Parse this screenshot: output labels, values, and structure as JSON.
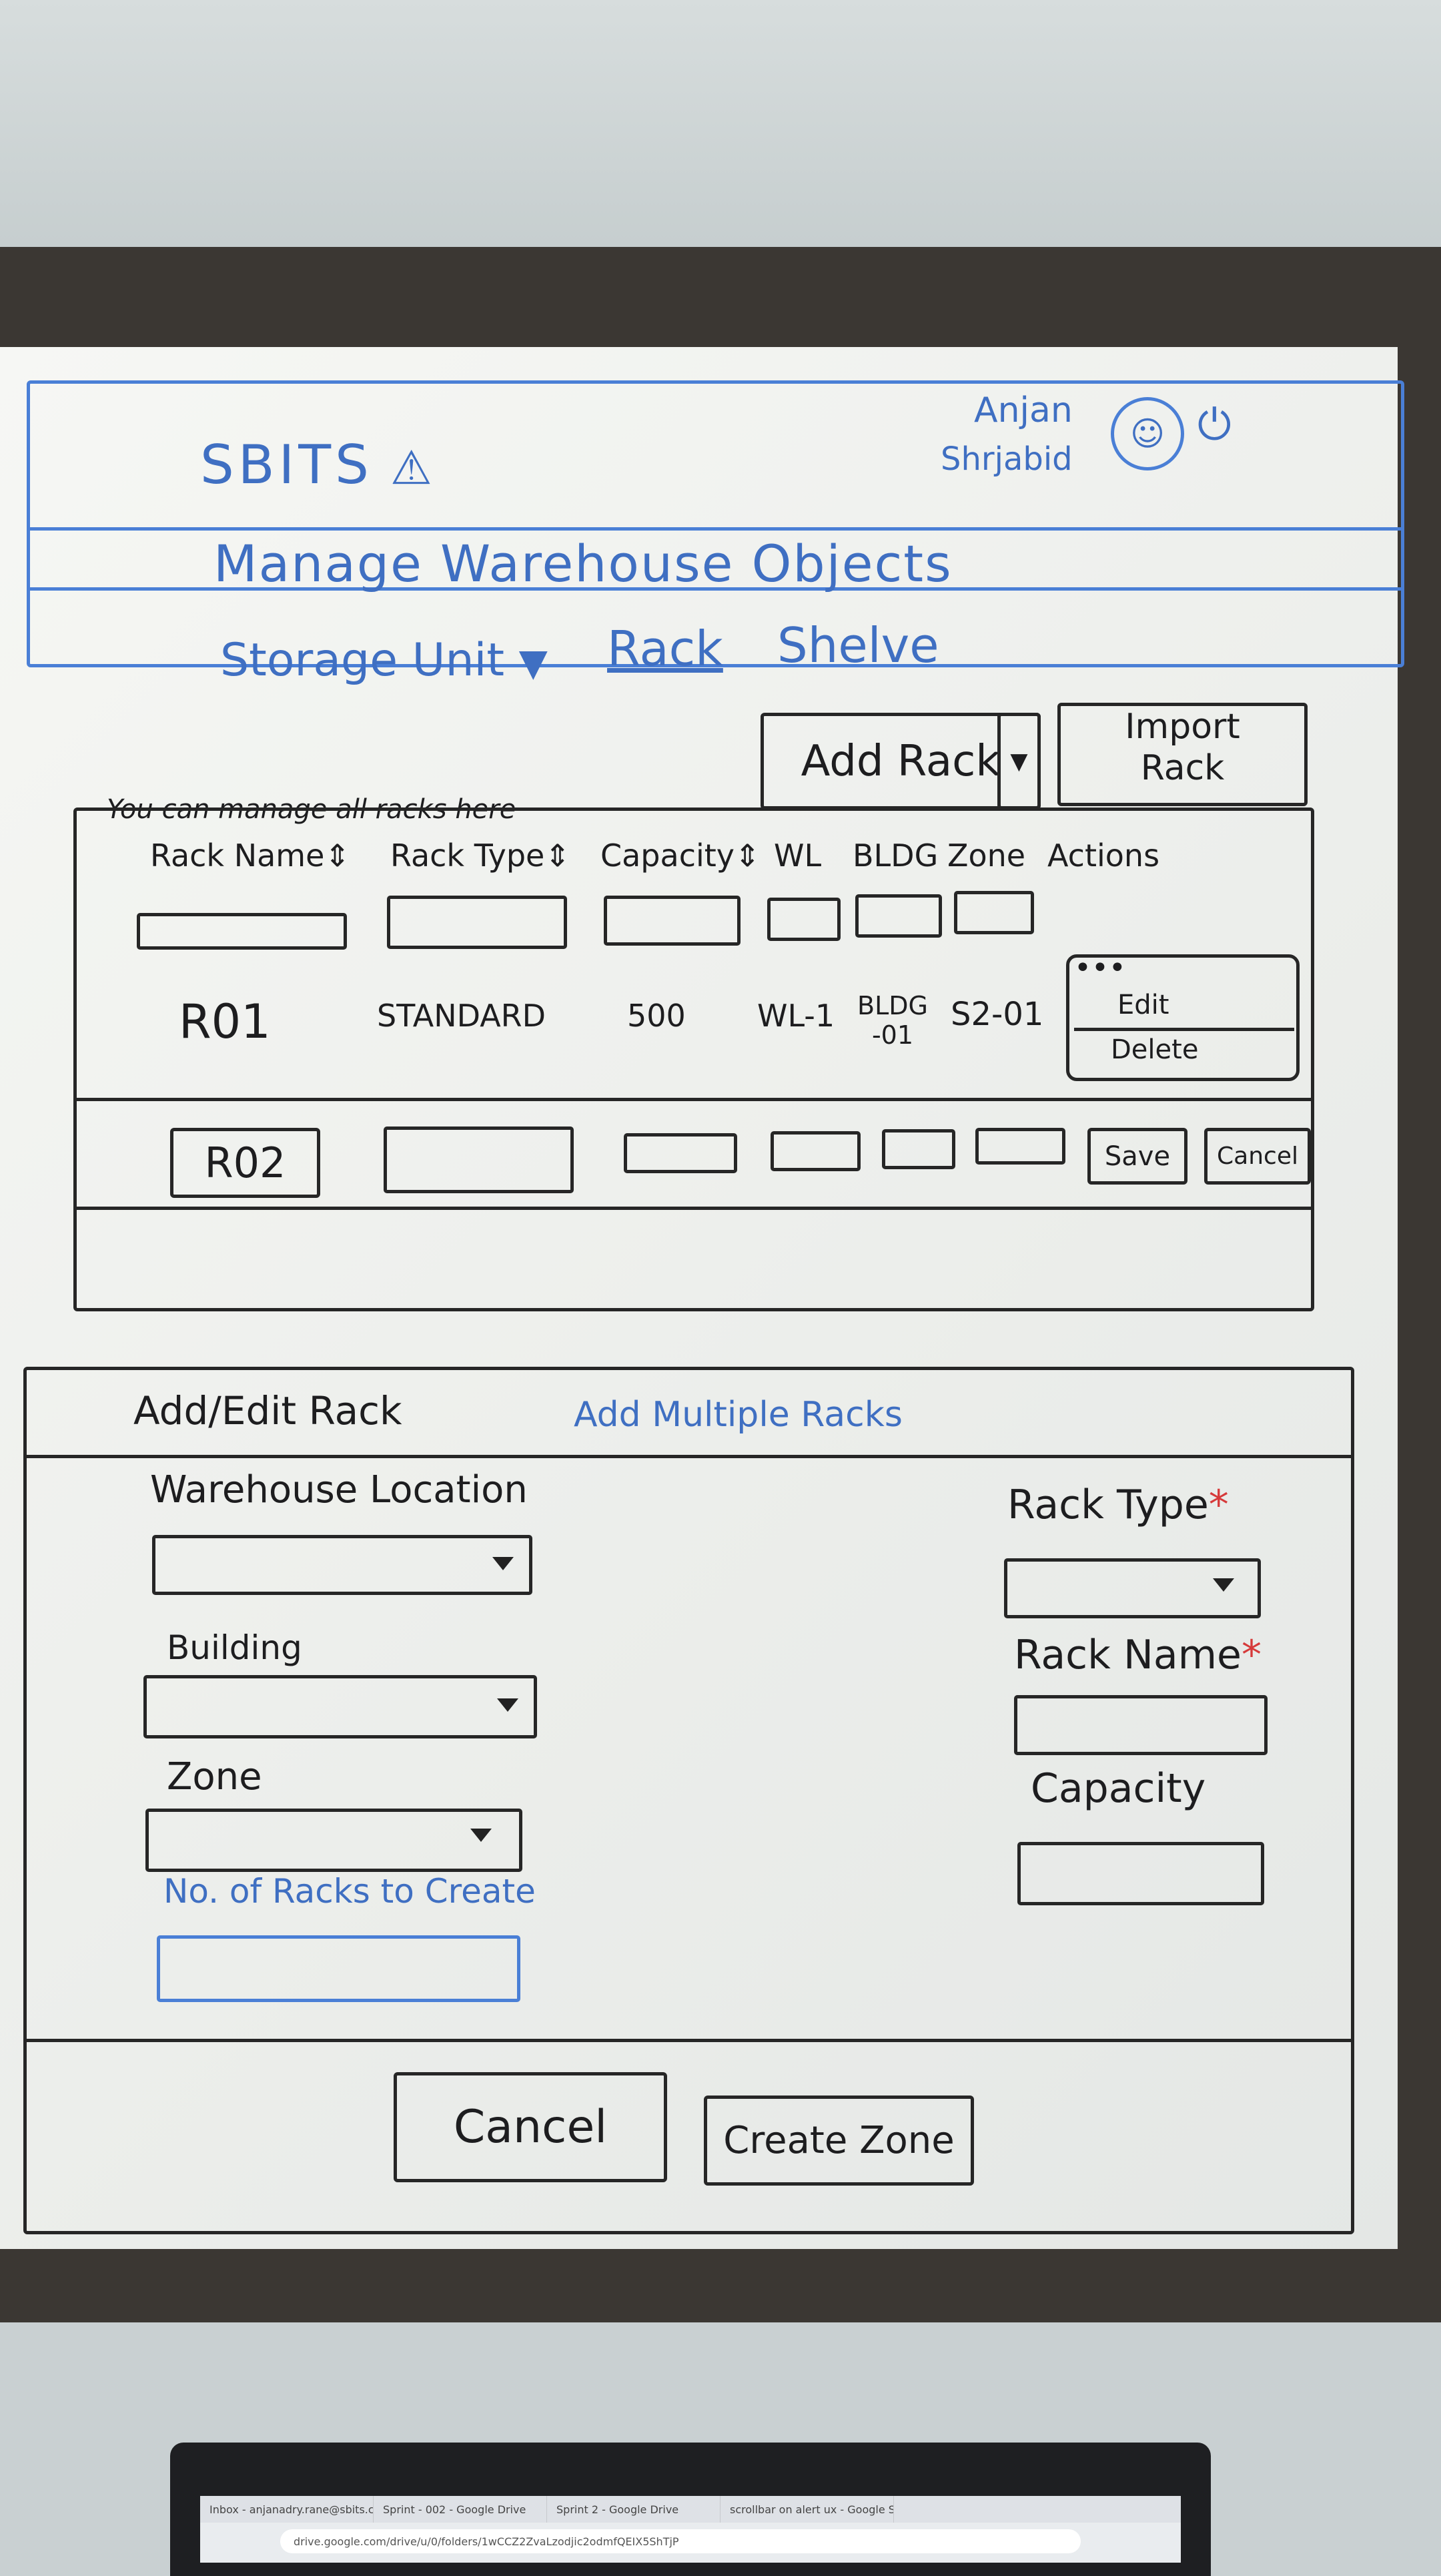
{
  "header": {
    "brand": "SBITS",
    "user_name_line1": "Anjan",
    "user_name_line2": "Shrjabid"
  },
  "page_title": "Manage Warehouse Objects",
  "nav": {
    "storage_unit": "Storage Unit",
    "rack": "Rack",
    "shelve": "Shelve"
  },
  "toolbar": {
    "add_rack": "Add Rack",
    "import_line1": "Import",
    "import_line2": "Rack"
  },
  "hint": "You can manage all racks here",
  "table": {
    "columns": [
      "Rack Name",
      "Rack Type",
      "Capacity",
      "WL",
      "BLDG",
      "Zone",
      "Actions"
    ],
    "row1": {
      "name": "R01",
      "type": "STANDARD",
      "capacity": "500",
      "wl": "WL-1",
      "bldg_line1": "BLDG",
      "bldg_line2": "-01",
      "zone": "S2-01"
    },
    "menu": {
      "dots": "•••",
      "edit": "Edit",
      "delete": "Delete"
    },
    "row2": {
      "name": "R02",
      "save": "Save",
      "cancel": "Cancel"
    }
  },
  "form": {
    "tab_add_edit": "Add/Edit Rack",
    "tab_add_multiple": "Add Multiple Racks",
    "warehouse_location": "Warehouse Location",
    "building": "Building",
    "zone": "Zone",
    "num_racks": "No. of Racks to Create",
    "rack_type": "Rack Type",
    "rack_name": "Rack Name",
    "capacity": "Capacity",
    "required_mark": "*",
    "cancel": "Cancel",
    "create": "Create Zone"
  },
  "browser": {
    "tabs": [
      "Inbox - anjanadry.rane@sbits.co",
      "Sprint - 002 - Google Drive",
      "Sprint 2 - Google Drive",
      "scrollbar on alert ux - Google Se"
    ],
    "url": "drive.google.com/drive/u/0/folders/1wCCZ2ZvaLzodjic2odmfQEIX5ShTjP"
  },
  "colors": {
    "marker_blue": "#3f6fc2",
    "marker_black": "#1d1d1f",
    "marker_red": "#d63a3a"
  }
}
